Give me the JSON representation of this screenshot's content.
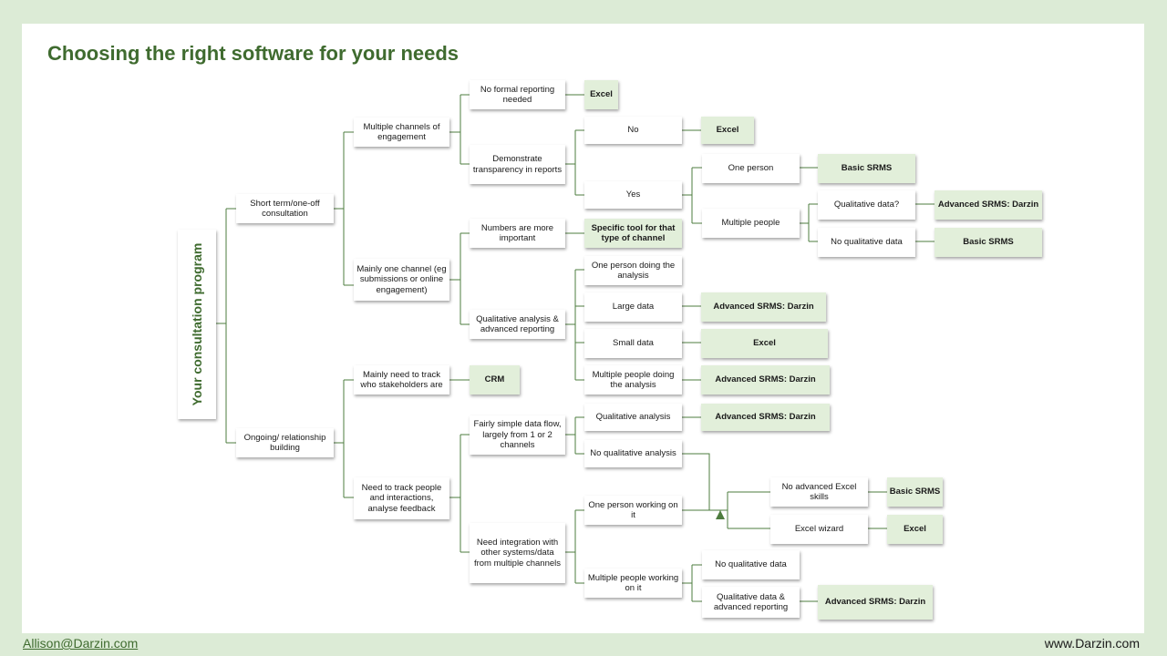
{
  "title": "Choosing the right software for your needs",
  "root_label": "Your consultation program",
  "nodes": {
    "short_term": "Short term/one-off consultation",
    "ongoing": "Ongoing/ relationship building",
    "multiple_channels": "Multiple channels of engagement",
    "mainly_one_channel": "Mainly one channel (eg submissions or online engagement)",
    "no_formal_reporting": "No formal reporting needed",
    "demonstrate_transparency": "Demonstrate transparency in reports",
    "no": "No",
    "yes": "Yes",
    "one_person": "One person",
    "multiple_people": "Multiple people",
    "qualitative_data_q": "Qualitative data?",
    "no_qualitative_data_1": "No qualitative data",
    "numbers_more_important": "Numbers are more important",
    "qualitative_analysis_advanced": "Qualitative analysis & advanced reporting",
    "one_person_doing_analysis": "One person doing the analysis",
    "large_data": "Large data",
    "small_data": "Small data",
    "multiple_people_doing_analysis": "Multiple people doing the analysis",
    "mainly_track_stakeholders": "Mainly need to track who stakeholders are",
    "track_people_interactions": "Need to track people and interactions, analyse feedback",
    "fairly_simple_data_flow": "Fairly simple data flow, largely from 1 or 2 channels",
    "need_integration": "Need integration with other systems/data from multiple channels",
    "qualitative_analysis": "Qualitative analysis",
    "no_qualitative_analysis": "No qualitative analysis",
    "one_person_working": "One person working on it",
    "multiple_people_working": "Multiple people working on it",
    "no_advanced_excel": "No advanced Excel skills",
    "excel_wizard": "Excel wizard",
    "no_qualitative_data_2": "No qualitative data",
    "qualitative_data_advanced": "Qualitative data & advanced reporting"
  },
  "results": {
    "r_excel_1": "Excel",
    "r_excel_2": "Excel",
    "r_basic_srms_1": "Basic SRMS",
    "r_advanced_1": "Advanced SRMS: Darzin",
    "r_basic_srms_2": "Basic SRMS",
    "r_specific_tool": "Specific tool for that type of channel",
    "r_advanced_2": "Advanced SRMS: Darzin",
    "r_excel_3": "Excel",
    "r_advanced_3": "Advanced SRMS: Darzin",
    "r_crm": "CRM",
    "r_advanced_4": "Advanced SRMS: Darzin",
    "r_basic_srms_3": "Basic SRMS",
    "r_excel_4": "Excel",
    "r_advanced_5": "Advanced SRMS: Darzin"
  },
  "footer": {
    "email": "Allison@Darzin.com",
    "website": "www.Darzin.com"
  },
  "colors": {
    "background": "#dcebd6",
    "title": "#3f6b2f",
    "connector": "#4e7c3f",
    "result_fill": "#e2efda"
  }
}
